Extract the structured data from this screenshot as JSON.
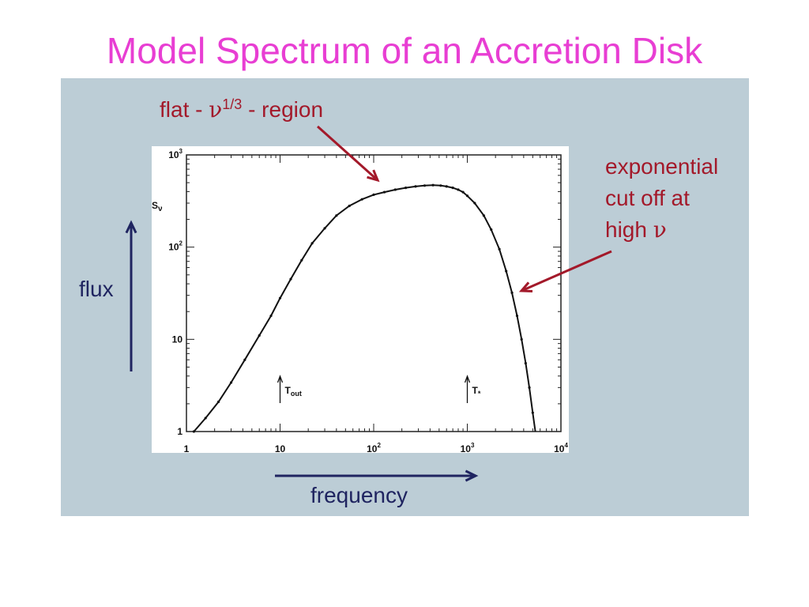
{
  "slide": {
    "title": "Model Spectrum of an Accretion Disk"
  },
  "colors": {
    "title": "#e83ed3",
    "panel_bg": "#bccdd6",
    "annotation": "#a3192a",
    "direction": "#1f2460",
    "plot_line": "#111111"
  },
  "annotations": {
    "flat": {
      "prefix": "flat - ",
      "symbol": "ν",
      "exponent": "1/3",
      "suffix": " - region"
    },
    "cutoff": {
      "line1": "exponential",
      "line2": "cut off at",
      "line3_text": "high ",
      "line3_symbol": "ν"
    }
  },
  "directions": {
    "flux": "flux",
    "frequency": "frequency"
  },
  "chart_data": {
    "type": "line",
    "x_scale": "log",
    "y_scale": "log",
    "xlim": [
      1,
      10000
    ],
    "ylim": [
      1,
      1000
    ],
    "ylabel": {
      "main": "S",
      "sub": "ν"
    },
    "x_ticks": [
      {
        "value": 1,
        "label": "1",
        "exp": ""
      },
      {
        "value": 10,
        "label": "10",
        "exp": ""
      },
      {
        "value": 100,
        "label": "10",
        "exp": "2"
      },
      {
        "value": 1000,
        "label": "10",
        "exp": "3"
      },
      {
        "value": 10000,
        "label": "10",
        "exp": "4"
      }
    ],
    "y_ticks": [
      {
        "value": 1,
        "label": "1",
        "exp": ""
      },
      {
        "value": 10,
        "label": "10",
        "exp": ""
      },
      {
        "value": 100,
        "label": "10",
        "exp": "2"
      },
      {
        "value": 1000,
        "label": "10",
        "exp": "3"
      }
    ],
    "markers": [
      {
        "x": 10,
        "label": "T",
        "sub": "out"
      },
      {
        "x": 1000,
        "label": "T",
        "sub": "*"
      }
    ],
    "series": [
      {
        "x": [
          1.2,
          1.6,
          2.2,
          3,
          4.2,
          6,
          8,
          10,
          13,
          17,
          22,
          30,
          40,
          55,
          75,
          100,
          130,
          170,
          220,
          280,
          350,
          430,
          520,
          600,
          700,
          800,
          900,
          1000,
          1200,
          1500,
          1800,
          2200,
          2600,
          3000,
          3400,
          3800,
          4200,
          4600,
          5000,
          5500
        ],
        "y": [
          1,
          1.4,
          2.1,
          3.4,
          6,
          11,
          18,
          28,
          45,
          72,
          110,
          160,
          220,
          280,
          330,
          370,
          395,
          420,
          440,
          455,
          465,
          470,
          465,
          455,
          440,
          420,
          395,
          360,
          300,
          220,
          155,
          95,
          55,
          32,
          18,
          10,
          5.5,
          3,
          1.6,
          0.8
        ]
      }
    ]
  }
}
